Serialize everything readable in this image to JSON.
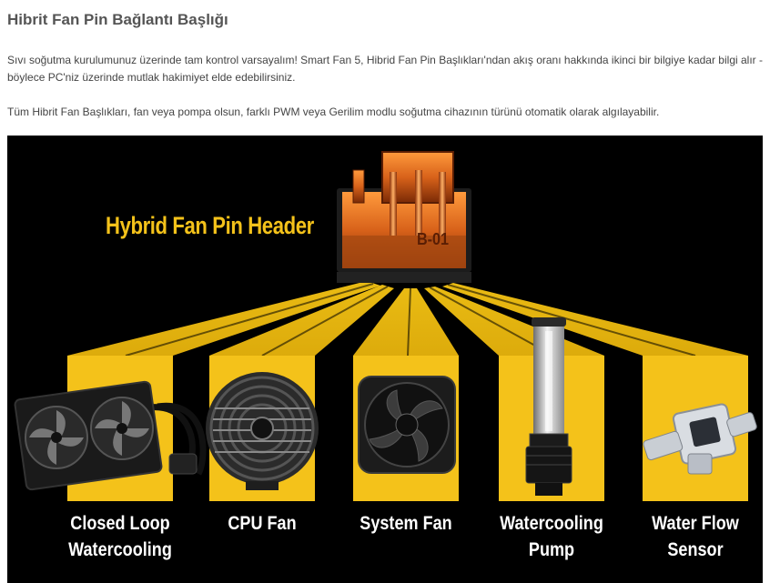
{
  "page": {
    "title": "Hibrit Fan Pin Bağlantı Başlığı",
    "paragraph1": "Sıvı soğutma kurulumunuz üzerinde tam kontrol varsayalım! Smart Fan 5, Hibrid Fan Pin Başlıkları'ndan akış oranı hakkında ikinci bir bilgiye kadar bilgi alır - böylece PC'niz üzerinde mutlak hakimiyet elde edebilirsiniz.",
    "paragraph2": "Tüm Hibrit Fan Başlıkları, fan veya pompa olsun, farklı PWM veya Gerilim modlu soğutma cihazının türünü otomatik olarak algılayabilir."
  },
  "banner": {
    "header_label": "Hybrid Fan Pin Header",
    "chip_text": "B-01",
    "accent_color": "#f4c21a",
    "devices": [
      {
        "line1": "Closed Loop",
        "line2": "Watercooling",
        "icon": "closed-loop-cooler-icon"
      },
      {
        "line1": "CPU Fan",
        "line2": "",
        "icon": "cpu-fan-icon"
      },
      {
        "line1": "System Fan",
        "line2": "",
        "icon": "system-fan-icon"
      },
      {
        "line1": "Watercooling",
        "line2": "Pump",
        "icon": "pump-icon"
      },
      {
        "line1": "Water Flow",
        "line2": "Sensor",
        "icon": "flow-sensor-icon"
      }
    ]
  }
}
